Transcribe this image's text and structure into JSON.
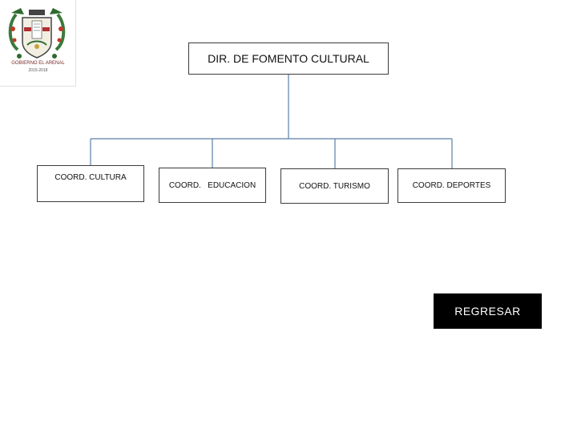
{
  "org_chart": {
    "director": "DIR. DE FOMENTO CULTURAL",
    "coordinations": [
      "COORD. CULTURA",
      "COORD.   EDUCACION",
      "COORD. TURISMO",
      "COORD. DEPORTES"
    ]
  },
  "actions": {
    "back_label": "REGRESAR"
  },
  "logo": {
    "text_line1": "GOBIERNO EL ARENAL",
    "text_line2": "2015-2018"
  },
  "colors": {
    "connector": "#5b7fa8",
    "button_bg": "#000000",
    "button_text": "#ffffff"
  }
}
